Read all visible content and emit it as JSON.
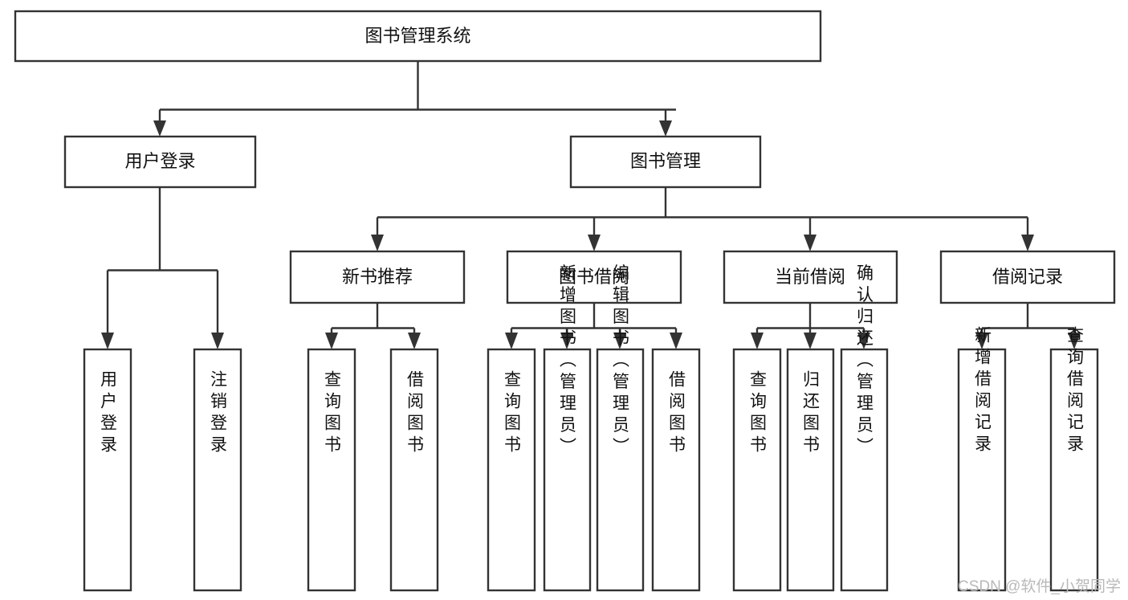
{
  "diagram": {
    "title": "图书管理系统",
    "type": "tree-hierarchy",
    "root": {
      "label": "图书管理系统",
      "orientation": "horizontal"
    },
    "level2": [
      {
        "label": "用户登录",
        "orientation": "horizontal"
      },
      {
        "label": "图书管理",
        "orientation": "horizontal"
      }
    ],
    "level3": [
      {
        "label": "新书推荐",
        "orientation": "horizontal"
      },
      {
        "label": "图书借阅",
        "orientation": "horizontal"
      },
      {
        "label": "当前借阅",
        "orientation": "horizontal"
      },
      {
        "label": "借阅记录",
        "orientation": "horizontal"
      }
    ],
    "leaves_user_login": [
      {
        "label": "用户登录",
        "orientation": "vertical"
      },
      {
        "label": "注销登录",
        "orientation": "vertical"
      }
    ],
    "leaves_new_book": [
      {
        "label": "查询图书",
        "orientation": "vertical"
      },
      {
        "label": "借阅图书",
        "orientation": "vertical"
      }
    ],
    "leaves_book_borrow": [
      {
        "label": "查询图书",
        "orientation": "vertical"
      },
      {
        "label": "新增图书（管理员）",
        "orientation": "vertical"
      },
      {
        "label": "编辑图书（管理员）",
        "orientation": "vertical"
      },
      {
        "label": "借阅图书",
        "orientation": "vertical"
      }
    ],
    "leaves_current_borrow": [
      {
        "label": "查询图书",
        "orientation": "vertical"
      },
      {
        "label": "归还图书",
        "orientation": "vertical"
      },
      {
        "label": "确认归还（管理员）",
        "orientation": "vertical"
      }
    ],
    "leaves_borrow_record": [
      {
        "label": "新增借阅记录",
        "orientation": "vertical"
      },
      {
        "label": "查询借阅记录",
        "orientation": "vertical"
      }
    ]
  },
  "colors": {
    "box_stroke": "#333333",
    "box_fill": "#ffffff",
    "connector": "#333333",
    "text": "#111111",
    "watermark": "#b9b9b9",
    "background": "#ffffff"
  },
  "watermark": {
    "text": "CSDN @软件_小贺同学"
  }
}
